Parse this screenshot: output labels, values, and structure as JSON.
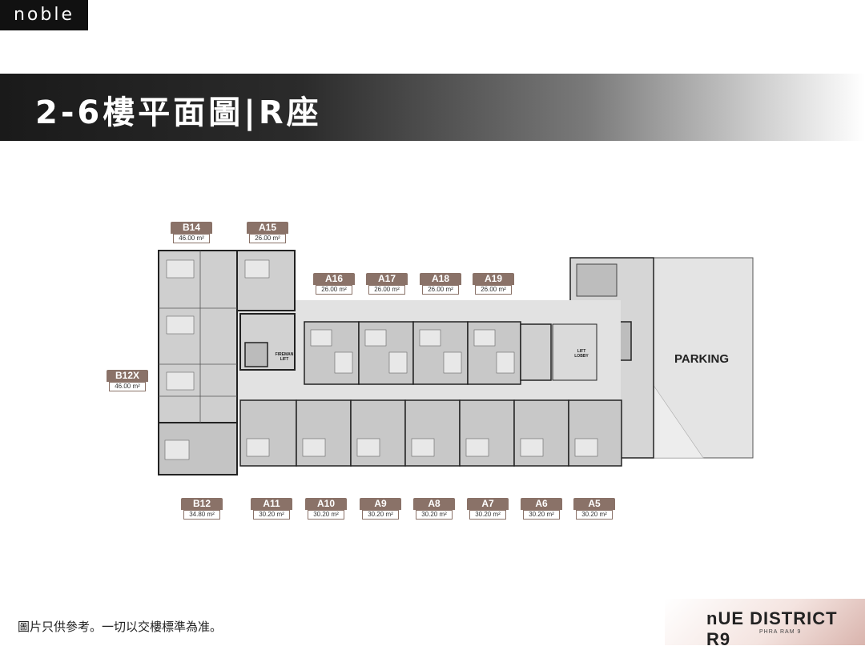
{
  "brand": "noble",
  "title": "2-6樓平面圖|R座",
  "parking_label": "PARKING",
  "fireman_lift": "FIREMAN LIFT",
  "lift_lobby": "LIFT LOBBY",
  "disclaimer": "圖片只供參考。一切以交樓標準為准。",
  "logo": {
    "name": "nUE DISTRICT R9",
    "sub": "PHRA RAM 9"
  },
  "units": [
    {
      "id": "B14",
      "area": "46.00 m²"
    },
    {
      "id": "A15",
      "area": "26.00 m²"
    },
    {
      "id": "A16",
      "area": "26.00 m²"
    },
    {
      "id": "A17",
      "area": "26.00 m²"
    },
    {
      "id": "A18",
      "area": "26.00 m²"
    },
    {
      "id": "A19",
      "area": "26.00 m²"
    },
    {
      "id": "B12X",
      "area": "46.00 m²"
    },
    {
      "id": "B12",
      "area": "34.80 m²"
    },
    {
      "id": "A11",
      "area": "30.20 m²"
    },
    {
      "id": "A10",
      "area": "30.20 m²"
    },
    {
      "id": "A9",
      "area": "30.20 m²"
    },
    {
      "id": "A8",
      "area": "30.20 m²"
    },
    {
      "id": "A7",
      "area": "30.20 m²"
    },
    {
      "id": "A6",
      "area": "30.20 m²"
    },
    {
      "id": "A5",
      "area": "30.20 m²"
    }
  ],
  "colors": {
    "label_bg": "#8a7268",
    "room": "#c9c9c9",
    "corridor": "#dcdcdc",
    "wall": "#222222",
    "parking": "#e3e3e3"
  }
}
